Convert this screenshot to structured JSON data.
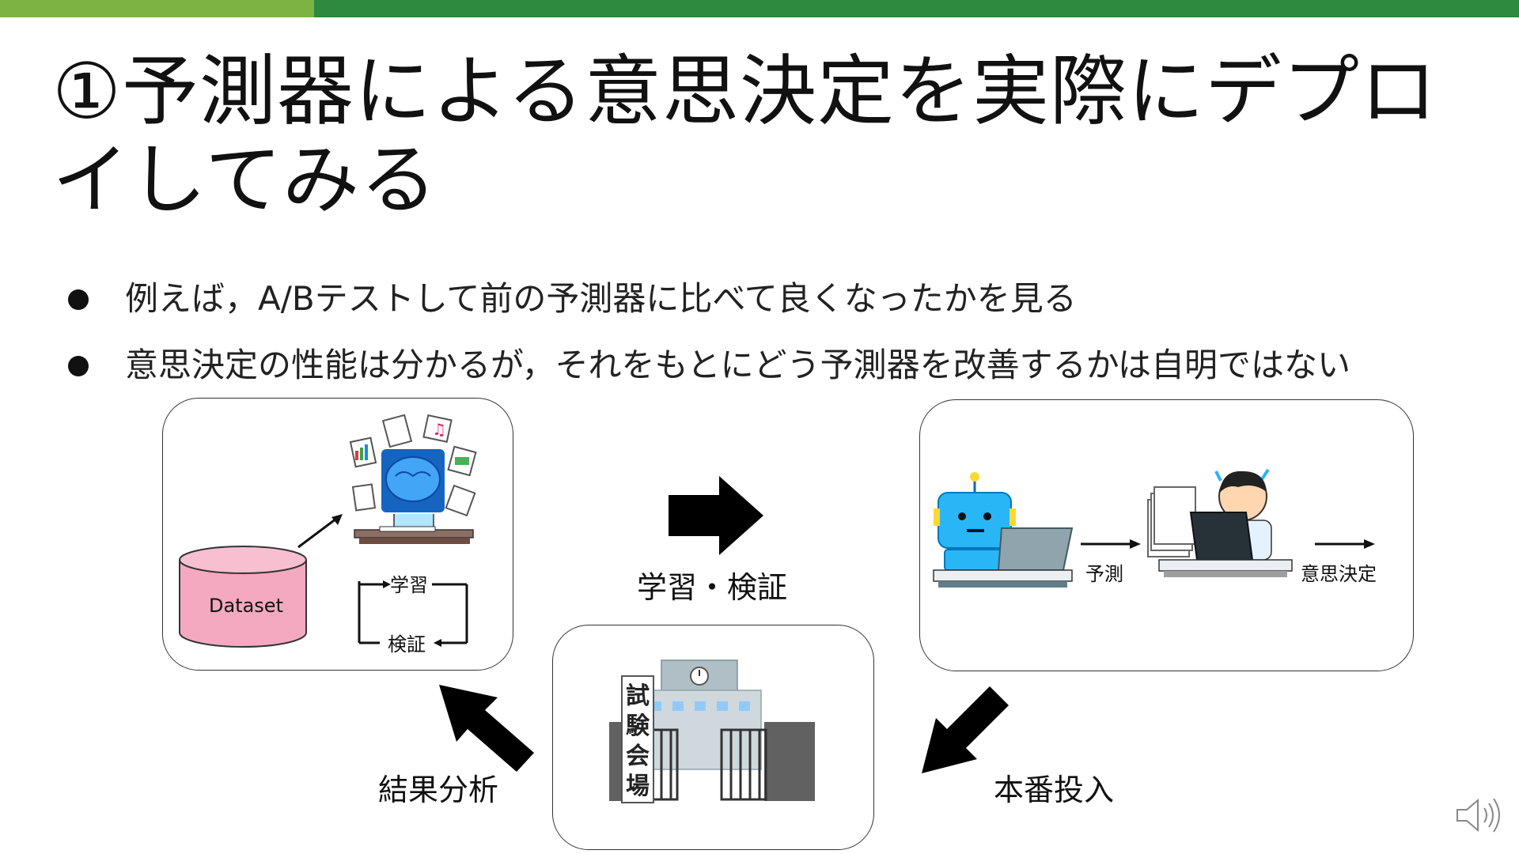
{
  "slide": {
    "title": "①予測器による意思決定を実際にデプロイしてみる",
    "bullets": [
      "例えば，A/Bテストして前の予測器に比べて良くなったかを見る",
      "意思決定の性能は分かるが，それをもとにどう予測器を改善するかは自明ではない"
    ]
  },
  "diagram": {
    "dataset_label": "Dataset",
    "train_label": "学習",
    "validate_label": "検証",
    "step_train_validate": "学習・検証",
    "step_deploy": "本番投入",
    "step_analysis": "結果分析",
    "predict_label": "予測",
    "decision_label": "意思決定",
    "exam_sign": "試験会場"
  },
  "icons": {
    "audio": "speaker-icon"
  },
  "colors": {
    "accent_light": "#7cb342",
    "accent_dark": "#2e8b3e",
    "dataset_fill": "#f4a9c0"
  }
}
